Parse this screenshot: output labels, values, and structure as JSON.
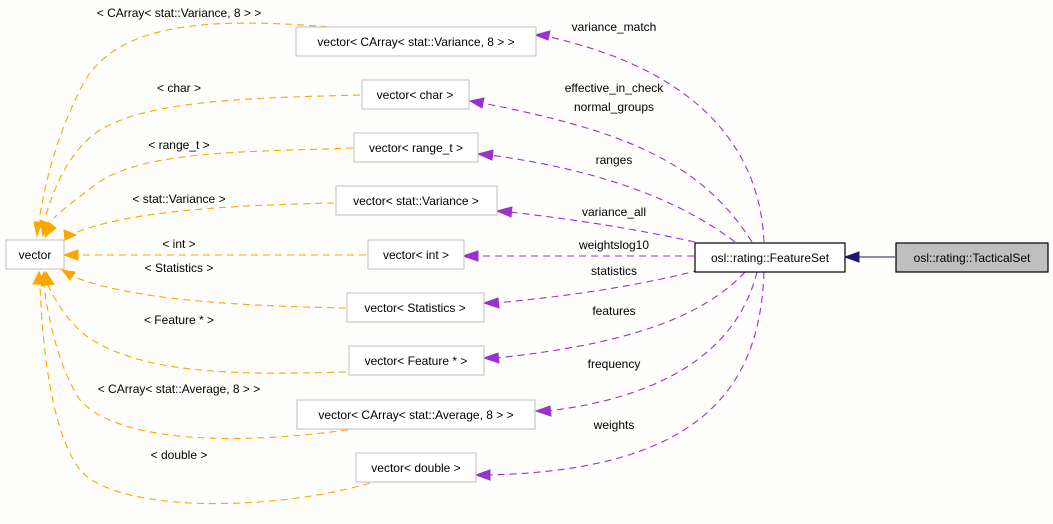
{
  "diagram": {
    "title": "Collaboration diagram for osl::rating::TacticalSet",
    "colors": {
      "template_edge": "#ffa500",
      "usage_edge": "#9a32cd",
      "inheritance_edge": "#191970",
      "self_node_fill": "#bfbfbf"
    },
    "nodes": {
      "vector": "vector",
      "v_carray_variance": "vector< CArray< stat::Variance, 8 > >",
      "v_char": "vector< char >",
      "v_range_t": "vector< range_t >",
      "v_stat_variance": "vector< stat::Variance >",
      "v_int": "vector< int >",
      "v_statistics": "vector< Statistics >",
      "v_feature_ptr": "vector< Feature * >",
      "v_carray_average": "vector< CArray< stat::Average, 8 > >",
      "v_double": "vector< double >",
      "feature_set": "osl::rating::FeatureSet",
      "tactical_set": "osl::rating::TacticalSet"
    },
    "template_labels": {
      "carray_variance": "< CArray< stat::Variance, 8 > >",
      "char": "< char >",
      "range_t": "< range_t >",
      "stat_variance": "< stat::Variance >",
      "int": "< int >",
      "statistics": "< Statistics >",
      "feature_ptr": "< Feature * >",
      "carray_average": "< CArray< stat::Average, 8 > >",
      "double": "< double >"
    },
    "member_labels": {
      "variance_match": "variance_match",
      "effective_in_check": "effective_in_check",
      "normal_groups": "normal_groups",
      "ranges": "ranges",
      "variance_all": "variance_all",
      "weightslog10": "weightslog10",
      "statistics": "statistics",
      "features": "features",
      "frequency": "frequency",
      "weights": "weights"
    }
  }
}
